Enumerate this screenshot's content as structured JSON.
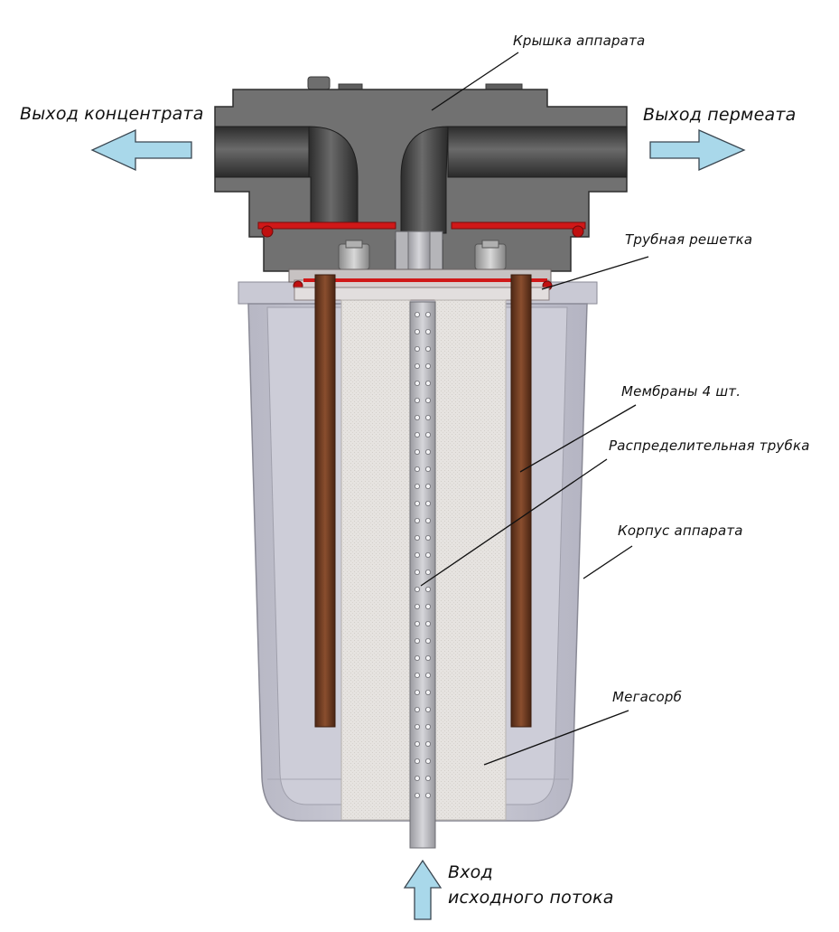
{
  "labels": {
    "lid": "Крышка аппарата",
    "concentrate_out": "Выход концентрата",
    "permeate_out": "Выход пермеата",
    "tube_sheet": "Трубная решетка",
    "membranes": "Мембраны 4 шт.",
    "distribution_tube": "Распределительная трубка",
    "housing": "Корпус аппарата",
    "megasorb": "Мегасорб",
    "inlet_line1": "Вход",
    "inlet_line2": "исходного потока"
  },
  "colors": {
    "arrow_fill": "#a9d8ea",
    "arrow_stroke": "#3a4650",
    "lid": "#6f6f6f",
    "pipe": "#3c3c3c",
    "housing": "#c6c6d2",
    "membrane": "#6b3a22",
    "media": "#e4e1de",
    "seal": "#d01818",
    "tube": "#b4b4b8"
  }
}
